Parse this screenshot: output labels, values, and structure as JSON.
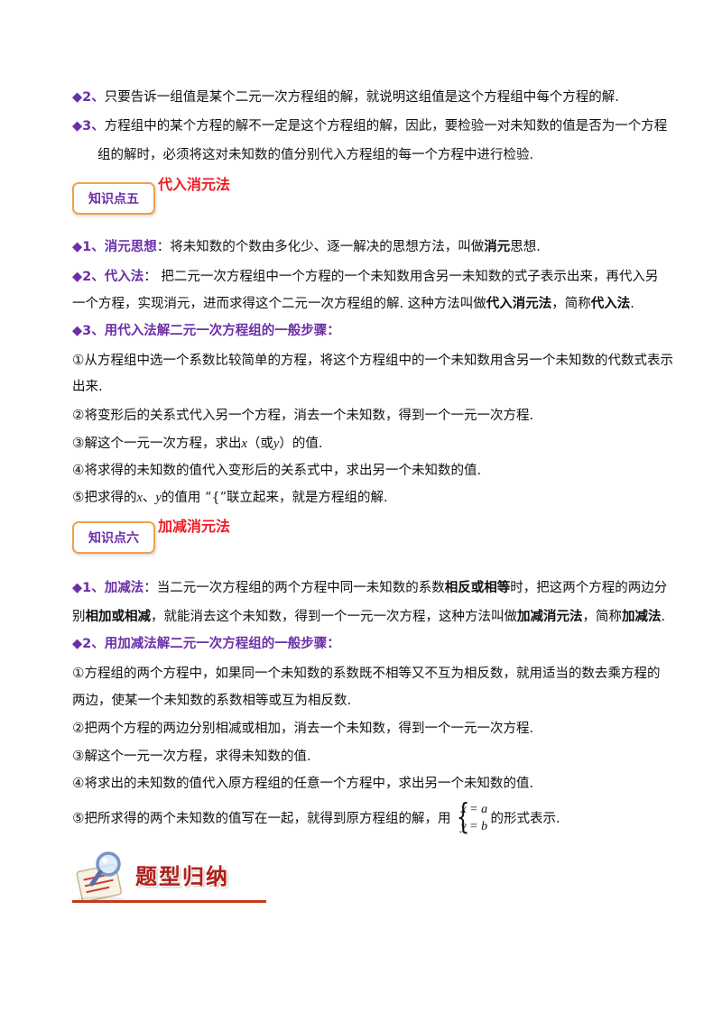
{
  "section4_tail": {
    "item2_num": "◆2、",
    "item2_text": "只要告诉一组值是某个二元一次方程组的解，就说明这组值是这个方程组中每个方程的解.",
    "item3_num": "◆3、",
    "item3_line1": "方程组中的某个方程的解不一定是这个方程组的解，因此，要检验一对未知数的值是否为一个方程",
    "item3_line2": "组的解时，必须将这对未知数的值分别代入方程组的每一个方程中进行检验."
  },
  "knowledge5": {
    "box_label": "知识点五",
    "title": "代入消元法",
    "item1_num": "◆1、",
    "item1_term": "消元思想",
    "item1_text_a": "：将未知数的个数由多化少、逐一解决的思想方法，叫做",
    "item1_bold": "消元",
    "item1_text_b": "思想.",
    "item2_num": "◆2、",
    "item2_term": "代入法",
    "item2_text_a": "：  把二元一次方程组中一个方程的一个未知数用含另一未知数的式子表示出来，再代入另",
    "item2_line2_a": "一个方程，实现消元，进而求得这个二元一次方程组的解.  这种方法叫做",
    "item2_bold1": "代入消元法",
    "item2_line2_b": "，简称",
    "item2_bold2": "代入法",
    "item2_line2_c": ".",
    "item3_num": "◆3、",
    "item3_heading": "用代入法解二元一次方程组的一般步骤：",
    "step1_mark": "①",
    "step1_line1": "从方程组中选一个系数比较简单的方程，将这个方程组中的一个未知数用含另一个未知数的代数式表示",
    "step1_line2": "出来.",
    "step2_mark": "②",
    "step2_text": "将变形后的关系式代入另一个方程，消去一个未知数，得到一个一元一次方程.",
    "step3_mark": "③",
    "step3_a": "解这个一元一次方程，求出",
    "step3_x": "x",
    "step3_b": "（或",
    "step3_y": "y",
    "step3_c": "）的值.",
    "step4_mark": "④",
    "step4_text": "将求得的未知数的值代入变形后的关系式中，求出另一个未知数的值.",
    "step5_mark": "⑤",
    "step5_a": "把求得的",
    "step5_x": "x",
    "step5_sep": "、",
    "step5_y": "y",
    "step5_b": "的值用 “{”联立起来，就是方程组的解."
  },
  "knowledge6": {
    "box_label": "知识点六",
    "title": "加减消元法",
    "item1_num": "◆1、",
    "item1_term": "加减法",
    "item1_text_a": "：当二元一次方程组的两个方程中同一未知数的系数",
    "item1_bold1": "相反或相等",
    "item1_text_b": "时，把这两个方程的两边分",
    "item1_line2_a": "别",
    "item1_bold2": "相加或相减",
    "item1_line2_b": "，就能消去这个未知数，得到一个一元一次方程，这种方法叫做",
    "item1_bold3": "加减消元法",
    "item1_line2_c": "，简称",
    "item1_bold4": "加减法",
    "item1_line2_d": ".",
    "item2_num": "◆2、",
    "item2_heading": "用加减法解二元一次方程组的一般步骤：",
    "step1_mark": "①",
    "step1_line1": "方程组的两个方程中，如果同一个未知数的系数既不相等又不互为相反数，就用适当的数去乘方程的",
    "step1_line2": "两边，使某一个未知数的系数相等或互为相反数.",
    "step2_mark": "②",
    "step2_text": "把两个方程的两边分别相减或相加，消去一个未知数，得到一个一元一次方程.",
    "step3_mark": "③",
    "step3_text": "解这个一元一次方程，求得未知数的值.",
    "step4_mark": "④",
    "step4_text": "将求出的未知数的值代入原方程组的任意一个方程中，求出另一个未知数的值.",
    "step5_mark": "⑤",
    "step5_a": "把所求得的两个未知数的值写在一起，就得到原方程组的解，用",
    "step5_eq1": "x = a",
    "step5_eq2": "y = b",
    "step5_b": "的形式表示."
  },
  "banner": {
    "title": "题型归纳",
    "icon": "magnifier-notepad-icon",
    "line_color": "#c23a1e"
  },
  "colors": {
    "accent_purple": "#6b2fa8",
    "title_red": "#ee1c25",
    "box_border": "#f0a050"
  }
}
